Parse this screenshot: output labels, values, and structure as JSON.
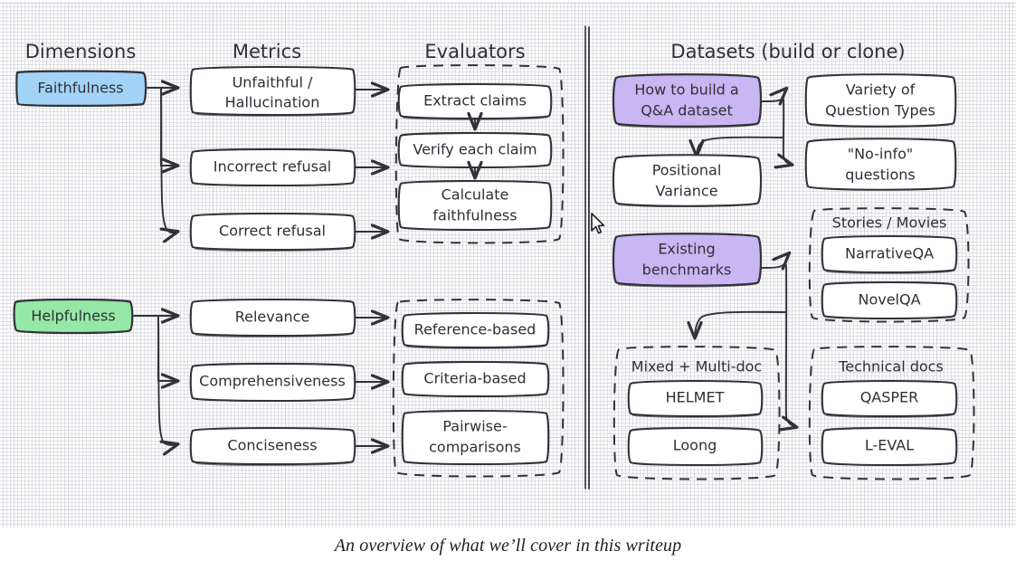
{
  "caption": "An overview of what we’ll cover in this writeup",
  "colors": {
    "faithfulness_fill": "#a3d4f7",
    "helpfulness_fill": "#96e8a6",
    "dataset_fill": "#c9b6f2",
    "plain_fill": "#ffffff",
    "stroke": "#31323a",
    "text": "#2f3037",
    "grid_line": "#cdcdd4",
    "divider": "#33343c"
  },
  "headers": {
    "dimensions": "Dimensions",
    "metrics": "Metrics",
    "evaluators": "Evaluators",
    "datasets": "Datasets (build or clone)"
  },
  "left_panel": {
    "faithfulness": {
      "dimension": "Faithfulness",
      "metrics": [
        {
          "line1": "Unfaithful /",
          "line2": "Hallucination"
        },
        {
          "line1": "Incorrect refusal",
          "line2": ""
        },
        {
          "line1": "Correct refusal",
          "line2": ""
        }
      ],
      "evaluator_group": [
        {
          "line1": "Extract claims",
          "line2": ""
        },
        {
          "line1": "Verify each claim",
          "line2": ""
        },
        {
          "line1": "Calculate",
          "line2": "faithfulness"
        }
      ]
    },
    "helpfulness": {
      "dimension": "Helpfulness",
      "metrics": [
        {
          "line1": "Relevance",
          "line2": ""
        },
        {
          "line1": "Comprehensiveness",
          "line2": ""
        },
        {
          "line1": "Conciseness",
          "line2": ""
        }
      ],
      "evaluator_group": [
        {
          "line1": "Reference-based",
          "line2": ""
        },
        {
          "line1": "Criteria-based",
          "line2": ""
        },
        {
          "line1": "Pairwise-",
          "line2": "comparisons"
        }
      ]
    }
  },
  "right_panel": {
    "build": {
      "source": {
        "line1": "How to build a",
        "line2": "Q&A dataset"
      },
      "targets": [
        {
          "line1": "Variety of",
          "line2": "Question Types"
        },
        {
          "line1": "\"No-info\"",
          "line2": "questions"
        },
        {
          "line1": "Positional",
          "line2": "Variance"
        }
      ]
    },
    "clone": {
      "source": {
        "line1": "Existing",
        "line2": "benchmarks"
      },
      "groups": [
        {
          "title": "Stories / Movies",
          "items": [
            "NarrativeQA",
            "NovelQA"
          ]
        },
        {
          "title": "Mixed + Multi-doc",
          "items": [
            "HELMET",
            "Loong"
          ]
        },
        {
          "title": "Technical docs",
          "items": [
            "QASPER",
            "L-EVAL"
          ]
        }
      ]
    }
  }
}
